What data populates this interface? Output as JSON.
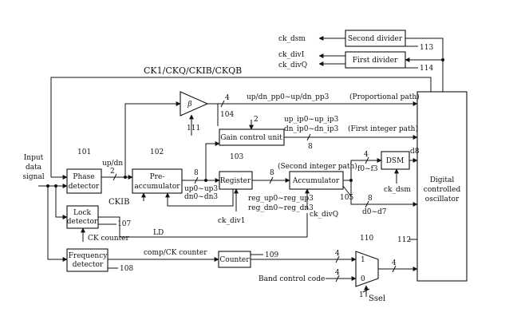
{
  "blocks": {
    "phase_detector": "Phase detector",
    "pre_accumulator": "Pre-accumulator",
    "lock_detector": "Lock detector",
    "frequency_detector": "Frequency detector",
    "gain_control_unit": "Gain control unit",
    "register": "Register",
    "accumulator": "Accumulator",
    "dsm": "DSM",
    "counter": "Counter",
    "dco": "Digital controlled oscillator",
    "second_divider": "Second divider",
    "first_divider": "First divider",
    "beta": "β"
  },
  "refs": {
    "r101": "101",
    "r102": "102",
    "r103": "103",
    "r104": "104",
    "r105": "105",
    "r107": "107",
    "r108": "108",
    "r109": "109",
    "r110": "110",
    "r111": "111",
    "r112": "112",
    "r113": "113",
    "r114": "114"
  },
  "signals": {
    "input_data_signal": "Input data signal",
    "ck_dsm_out": "ck_dsm",
    "ck_div_i": "ck_divI",
    "ck_div_q": "ck_divQ",
    "ck_bus": "CK1/CKQ/CKIB/CKQB",
    "up_dn_pp": "up/dn_pp0~up/dn_pp3",
    "proportional_path": "(Proportional path)",
    "up_ip": "up_ip0~up_ip3",
    "dn_ip": "dn_ip0~dn_ip3",
    "first_integer_path": "(First integer path)",
    "second_integer_path": "(Second integer path)",
    "up_dn": "up/dn",
    "ck_ib": "CKIB",
    "up_n": "up0~up3",
    "dn_n": "dn0~dn3",
    "reg_up": "reg_up0~reg_up3",
    "reg_dn": "reg_dn0~reg_dn3",
    "ck_div1": "ck_div1",
    "ck_div_q_acc": "ck_divQ",
    "f0_f3": "f0~f3",
    "d8": "d8",
    "ck_dsm_in": "ck_dsm",
    "d0_d7": "d0~d7",
    "ld": "LD",
    "ck_counter": "CK counter",
    "comp_ck_counter": "comp/CK counter",
    "band_control_code": "Band control code",
    "s_sel": "Ssel",
    "mux_1": "1",
    "mux_0": "0"
  },
  "bus_widths": {
    "w_pp": "4",
    "w_gain": "2",
    "w_ip": "8",
    "w_updn": "2",
    "w_pre": "8",
    "w_reg": "8",
    "w_f": "4",
    "w_d": "8",
    "w_cnt": "4",
    "w_band": "4",
    "w_mux": "4",
    "w_sel": "1"
  }
}
